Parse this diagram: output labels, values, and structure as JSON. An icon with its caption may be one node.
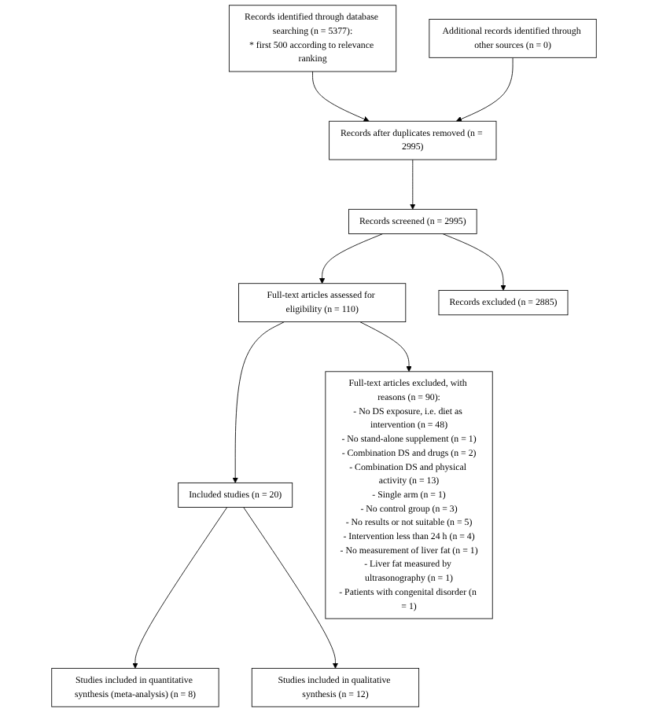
{
  "diagram": {
    "nodes": [
      {
        "text": [
          "Records identified through database searching (n = 5377):",
          "* first 500 according to relevance ranking"
        ]
      },
      {
        "text": [
          "Additional records identified through other sources (n = 0)"
        ]
      },
      {
        "text": [
          "Records after duplicates removed (n = 2995)"
        ]
      },
      {
        "text": [
          "Records screened (n = 2995)"
        ]
      },
      {
        "text": [
          "Records excluded (n = 2885)"
        ]
      },
      {
        "text": [
          "Full-text articles assessed for eligibility (n = 110)"
        ]
      },
      {
        "text": [
          "Full-text articles excluded, with reasons (n = 90):",
          "- No DS exposure, i.e. diet as intervention (n = 48)",
          "- No stand-alone supplement (n = 1)",
          "- Combination DS and drugs (n = 2)",
          "- Combination DS and physical activity (n = 13)",
          "- Single arm (n = 1)",
          "- No control group (n = 3)",
          "- No results or not suitable (n = 5)",
          "- Intervention less than 24 h (n = 4)",
          "- No measurement of liver fat (n = 1)",
          "- Liver fat measured by ultrasonography (n = 1)",
          "- Patients with congenital disorder (n = 1)"
        ]
      },
      {
        "text": [
          "Included studies (n = 20)"
        ]
      },
      {
        "text": [
          "Studies included in quantitative synthesis (meta-analysis) (n = 8)"
        ]
      },
      {
        "text": [
          "Studies included in qualitative synthesis (n = 12)"
        ]
      }
    ],
    "edges": [
      {
        "from": 0,
        "to": 2,
        "arrow": "to"
      },
      {
        "from": 1,
        "to": 2,
        "arrow": "to"
      },
      {
        "from": 2,
        "to": 3,
        "arrow": "to"
      },
      {
        "from": 3,
        "to": 4,
        "arrow": "to"
      },
      {
        "from": 3,
        "to": 5,
        "arrow": "to"
      },
      {
        "from": 5,
        "to": 6,
        "arrow": "to"
      },
      {
        "from": 5,
        "to": 7,
        "arrow": "to"
      },
      {
        "from": 7,
        "to": 8,
        "arrow": "to"
      },
      {
        "from": 7,
        "to": 9,
        "arrow": "to"
      }
    ]
  }
}
